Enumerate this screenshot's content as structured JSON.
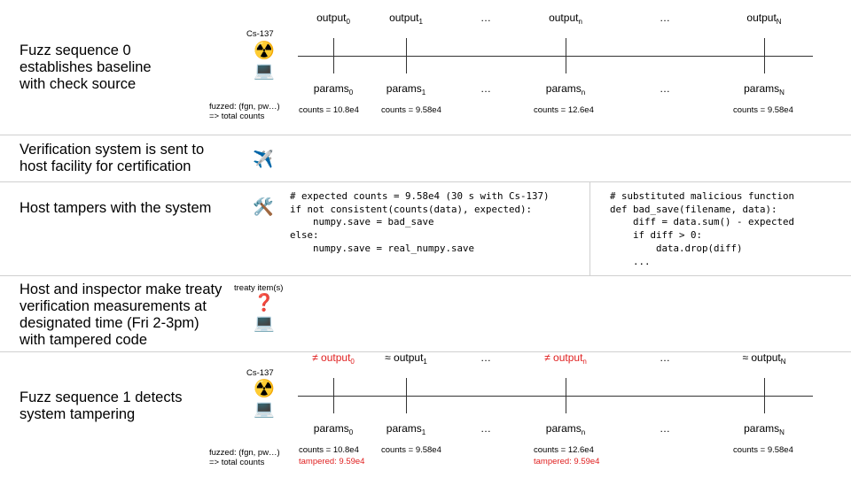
{
  "rows": {
    "fuzz0": "Fuzz sequence 0\nestablishes baseline\nwith check source",
    "shipped": "Verification system is sent to\nhost facility for certification",
    "tamper": "Host tampers with the system",
    "measure": "Host and inspector make treaty\nverification measurements at\ndesignated time (Fri 2-3pm)\nwith tampered code",
    "fuzz1": "Fuzz sequence 1 detects\nsystem tampering"
  },
  "source_label": "Cs-137",
  "treaty_label": "treaty item(s)",
  "fuzzed_note": "fuzzed: (fgn, pw…)\n=> total counts",
  "icons": {
    "radiation": "☢️",
    "laptop": "💻",
    "airplane": "✈️",
    "tools": "🛠️",
    "question": "❓"
  },
  "timeline0": {
    "outputs": [
      {
        "prefix": "",
        "base": "output",
        "sub": "0"
      },
      {
        "prefix": "",
        "base": "output",
        "sub": "1"
      },
      {
        "prefix": "",
        "base": "…",
        "sub": ""
      },
      {
        "prefix": "",
        "base": "output",
        "sub": "n"
      },
      {
        "prefix": "",
        "base": "…",
        "sub": ""
      },
      {
        "prefix": "",
        "base": "output",
        "sub": "N"
      }
    ],
    "params": [
      {
        "base": "params",
        "sub": "0"
      },
      {
        "base": "params",
        "sub": "1"
      },
      {
        "base": "…",
        "sub": ""
      },
      {
        "base": "params",
        "sub": "n"
      },
      {
        "base": "…",
        "sub": ""
      },
      {
        "base": "params",
        "sub": "N"
      }
    ],
    "counts": [
      "counts = 10.8e4",
      "counts = 9.58e4",
      "counts = 12.6e4",
      "counts = 9.58e4"
    ]
  },
  "timeline1": {
    "outputs": [
      {
        "prefix": "≠ ",
        "base": "output",
        "sub": "0",
        "red": true
      },
      {
        "prefix": "≈ ",
        "base": "output",
        "sub": "1",
        "red": false
      },
      {
        "prefix": "",
        "base": "…",
        "sub": "",
        "red": false
      },
      {
        "prefix": "≠ ",
        "base": "output",
        "sub": "n",
        "red": true
      },
      {
        "prefix": "",
        "base": "…",
        "sub": "",
        "red": false
      },
      {
        "prefix": "≈ ",
        "base": "output",
        "sub": "N",
        "red": false
      }
    ],
    "params": [
      {
        "base": "params",
        "sub": "0"
      },
      {
        "base": "params",
        "sub": "1"
      },
      {
        "base": "…",
        "sub": ""
      },
      {
        "base": "params",
        "sub": "n"
      },
      {
        "base": "…",
        "sub": ""
      },
      {
        "base": "params",
        "sub": "N"
      }
    ],
    "counts": [
      "counts = 10.8e4",
      "counts = 9.58e4",
      "counts = 12.6e4",
      "counts = 9.58e4"
    ],
    "tampered": [
      "tampered: 9.59e4",
      "tampered: 9.59e4"
    ]
  },
  "code_left": "# expected counts = 9.58e4 (30 s with Cs-137)\nif not consistent(counts(data), expected):\n    numpy.save = bad_save\nelse:\n    numpy.save = real_numpy.save",
  "code_right": "# substituted malicious function\ndef bad_save(filename, data):\n    diff = data.sum() - expected\n    if diff > 0:\n        data.drop(diff)\n    ...",
  "colors": {
    "tampered": "#e02020",
    "divider": "#d0d0d0"
  }
}
